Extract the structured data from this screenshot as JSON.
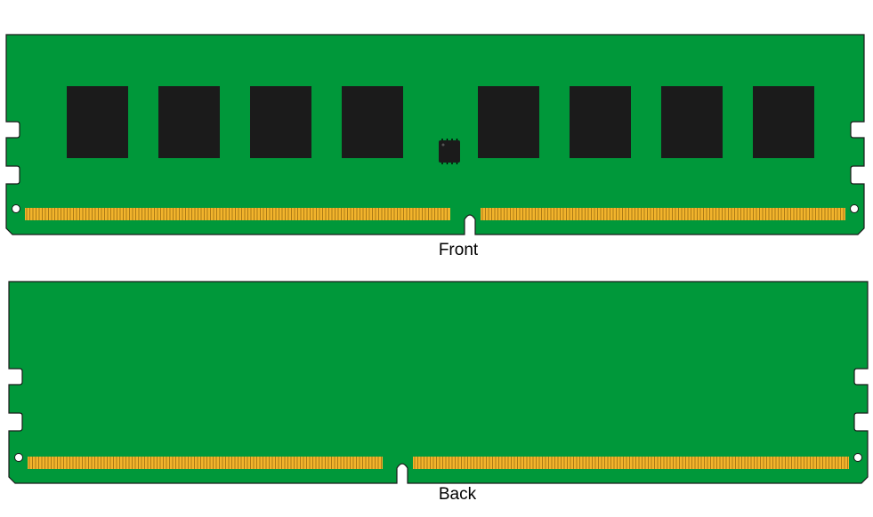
{
  "modules": [
    {
      "id": "front",
      "caption": "Front",
      "dram_chips_per_side": 4,
      "has_spd_chip": true
    },
    {
      "id": "back",
      "caption": "Back",
      "dram_chips_per_side": 0,
      "has_spd_chip": false
    }
  ],
  "colors": {
    "pcb": "#00983A",
    "outline": "#1a1a1a",
    "dram_chip": "#1b1b1b",
    "gold_contact": "#F2B42C",
    "contact_line": "#9a6d12",
    "background": "#ffffff"
  }
}
